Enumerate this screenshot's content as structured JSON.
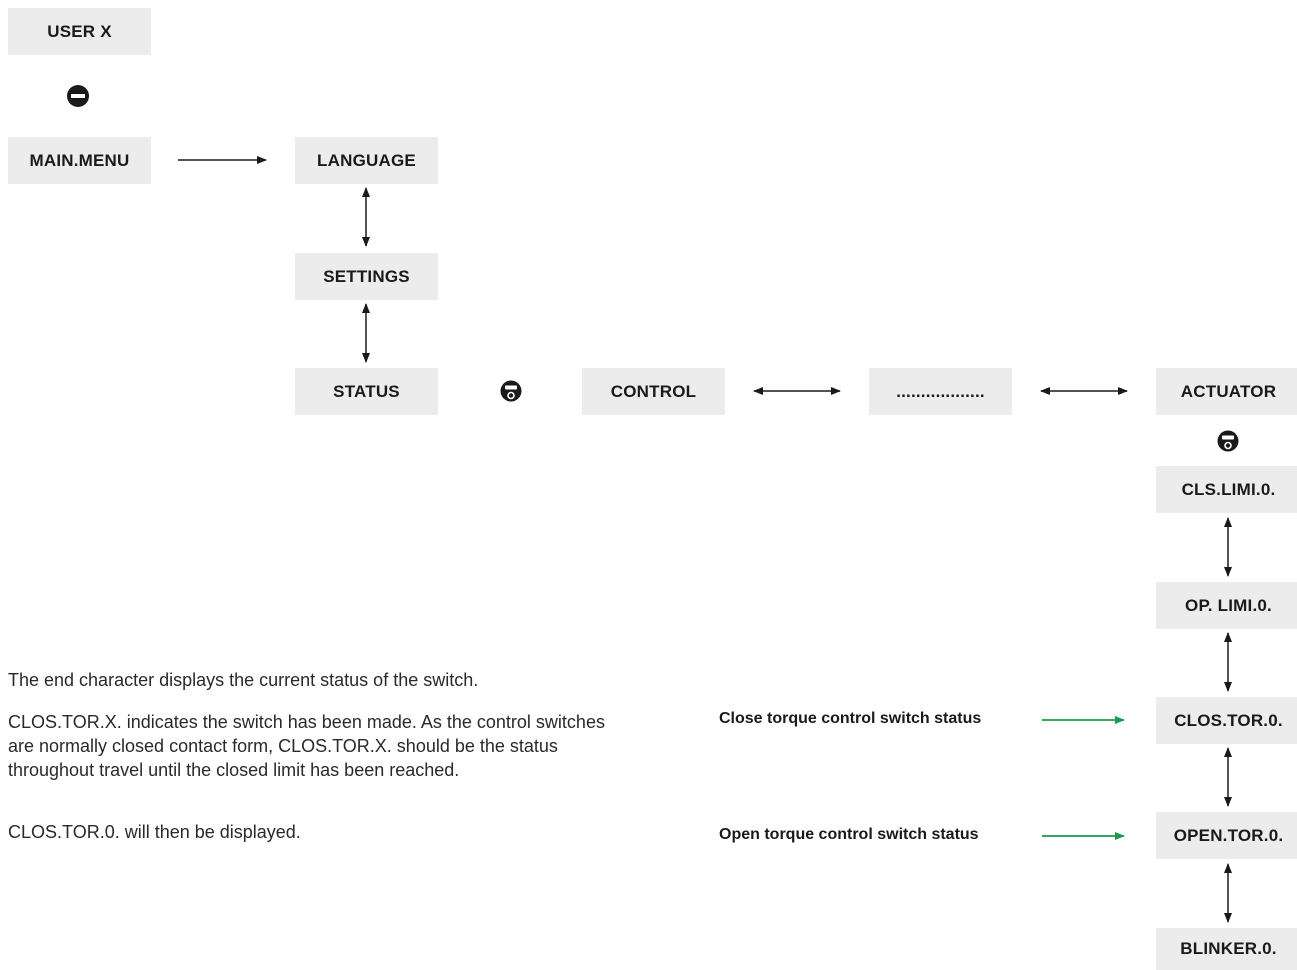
{
  "nodes": {
    "user_x": "USER X",
    "main_menu": "MAIN.MENU",
    "language": "LANGUAGE",
    "settings": "SETTINGS",
    "status": "STATUS",
    "control": "CONTROL",
    "ellipsis": "..................",
    "actuator": "ACTUATOR",
    "cls_limi": "CLS.LIMI.0.",
    "op_limi": "OP. LIMI.0.",
    "clos_tor": "CLOS.TOR.0.",
    "open_tor": "OPEN.TOR.0.",
    "blinker": "BLINKER.0."
  },
  "labels": {
    "close_torque": "Close torque control switch status",
    "open_torque": "Open torque control switch status"
  },
  "description": {
    "p1": "The end character displays the current status of the switch.",
    "p2": "CLOS.TOR.X. indicates the switch has been made. As the control switches are normally closed contact form, CLOS.TOR.X. should be the status throughout travel until the closed limit has been reached.",
    "p3": "CLOS.TOR.0. will then be displayed."
  },
  "icons": {
    "stop": "stop-icon",
    "selector": "selector-knob-icon"
  },
  "colors": {
    "box_fill": "#ececec",
    "pointer_arrow": "#1a9a4a",
    "arrow": "#1a1a1a"
  }
}
